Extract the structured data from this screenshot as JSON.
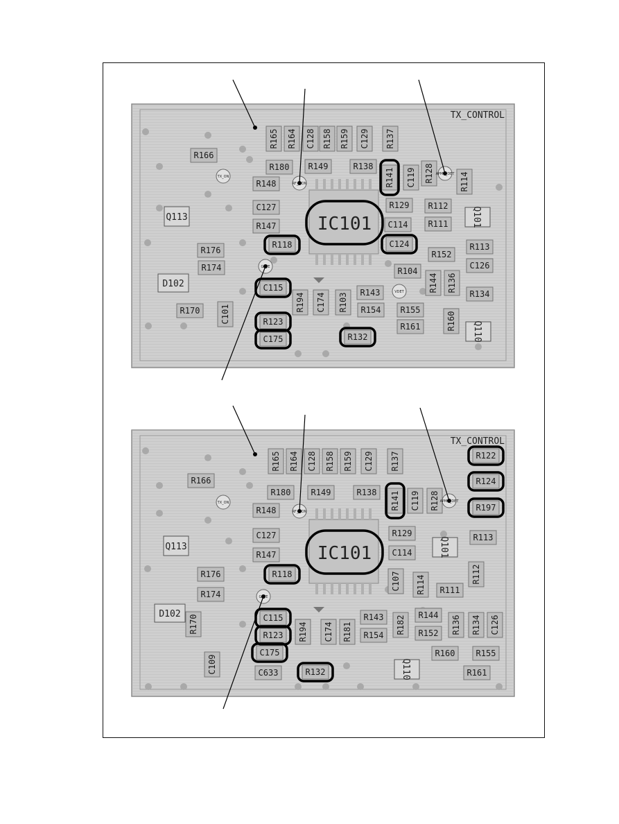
{
  "board_label": "TX_CONTROL",
  "ic_label": "IC101",
  "top_board": {
    "components": [
      {
        "ref": "R165",
        "v": true,
        "hl": false
      },
      {
        "ref": "R164",
        "v": true,
        "hl": false
      },
      {
        "ref": "C128",
        "v": true,
        "hl": false
      },
      {
        "ref": "R158",
        "v": true,
        "hl": false
      },
      {
        "ref": "R159",
        "v": true,
        "hl": false
      },
      {
        "ref": "C129",
        "v": true,
        "hl": false
      },
      {
        "ref": "R137",
        "v": true,
        "hl": false
      },
      {
        "ref": "R166",
        "v": false,
        "hl": false
      },
      {
        "ref": "R180",
        "v": false,
        "hl": false
      },
      {
        "ref": "R149",
        "v": false,
        "hl": false
      },
      {
        "ref": "R138",
        "v": false,
        "hl": false
      },
      {
        "ref": "R141",
        "v": true,
        "hl": true
      },
      {
        "ref": "C119",
        "v": true,
        "hl": false
      },
      {
        "ref": "R128",
        "v": true,
        "hl": false
      },
      {
        "ref": "R114",
        "v": true,
        "hl": false
      },
      {
        "ref": "R148",
        "v": false,
        "hl": false
      },
      {
        "ref": "C127",
        "v": false,
        "hl": false
      },
      {
        "ref": "R129",
        "v": false,
        "hl": false
      },
      {
        "ref": "R112",
        "v": false,
        "hl": false
      },
      {
        "ref": "R147",
        "v": false,
        "hl": false
      },
      {
        "ref": "C114",
        "v": false,
        "hl": false
      },
      {
        "ref": "R111",
        "v": false,
        "hl": false
      },
      {
        "ref": "R118",
        "v": false,
        "hl": true
      },
      {
        "ref": "C124",
        "v": false,
        "hl": true
      },
      {
        "ref": "R113",
        "v": false,
        "hl": false
      },
      {
        "ref": "R176",
        "v": false,
        "hl": false
      },
      {
        "ref": "R152",
        "v": false,
        "hl": false
      },
      {
        "ref": "R174",
        "v": false,
        "hl": false
      },
      {
        "ref": "C126",
        "v": false,
        "hl": false
      },
      {
        "ref": "R104",
        "v": false,
        "hl": false
      },
      {
        "ref": "C115",
        "v": false,
        "hl": true
      },
      {
        "ref": "R144",
        "v": true,
        "hl": false
      },
      {
        "ref": "R136",
        "v": true,
        "hl": false
      },
      {
        "ref": "R194",
        "v": true,
        "hl": false
      },
      {
        "ref": "C174",
        "v": true,
        "hl": false
      },
      {
        "ref": "R103",
        "v": true,
        "hl": false
      },
      {
        "ref": "R143",
        "v": false,
        "hl": false
      },
      {
        "ref": "R134",
        "v": false,
        "hl": false
      },
      {
        "ref": "R170",
        "v": false,
        "hl": false
      },
      {
        "ref": "C101",
        "v": true,
        "hl": false
      },
      {
        "ref": "R154",
        "v": false,
        "hl": false
      },
      {
        "ref": "R155",
        "v": false,
        "hl": false
      },
      {
        "ref": "R123",
        "v": false,
        "hl": true
      },
      {
        "ref": "R160",
        "v": true,
        "hl": false
      },
      {
        "ref": "R161",
        "v": false,
        "hl": false
      },
      {
        "ref": "C175",
        "v": false,
        "hl": true
      },
      {
        "ref": "R132",
        "v": false,
        "hl": true
      }
    ],
    "transistors": [
      "Q113",
      "Q101",
      "Q110"
    ],
    "diode": "D102"
  },
  "bottom_board": {
    "components": [
      {
        "ref": "R165",
        "v": true,
        "hl": false
      },
      {
        "ref": "R164",
        "v": true,
        "hl": false
      },
      {
        "ref": "C128",
        "v": true,
        "hl": false
      },
      {
        "ref": "R158",
        "v": true,
        "hl": false
      },
      {
        "ref": "R159",
        "v": true,
        "hl": false
      },
      {
        "ref": "C129",
        "v": true,
        "hl": false
      },
      {
        "ref": "R137",
        "v": true,
        "hl": false
      },
      {
        "ref": "R122",
        "v": false,
        "hl": true
      },
      {
        "ref": "R166",
        "v": false,
        "hl": false
      },
      {
        "ref": "R124",
        "v": false,
        "hl": true
      },
      {
        "ref": "R180",
        "v": false,
        "hl": false
      },
      {
        "ref": "R149",
        "v": false,
        "hl": false
      },
      {
        "ref": "R138",
        "v": false,
        "hl": false
      },
      {
        "ref": "R141",
        "v": true,
        "hl": true
      },
      {
        "ref": "C119",
        "v": true,
        "hl": false
      },
      {
        "ref": "R128",
        "v": true,
        "hl": false
      },
      {
        "ref": "R197",
        "v": false,
        "hl": true
      },
      {
        "ref": "R148",
        "v": false,
        "hl": false
      },
      {
        "ref": "R129",
        "v": false,
        "hl": false
      },
      {
        "ref": "R113",
        "v": false,
        "hl": false
      },
      {
        "ref": "C127",
        "v": false,
        "hl": false
      },
      {
        "ref": "R147",
        "v": false,
        "hl": false
      },
      {
        "ref": "C114",
        "v": false,
        "hl": false
      },
      {
        "ref": "R112",
        "v": true,
        "hl": false
      },
      {
        "ref": "C107",
        "v": true,
        "hl": false
      },
      {
        "ref": "R114",
        "v": true,
        "hl": false
      },
      {
        "ref": "R176",
        "v": false,
        "hl": false
      },
      {
        "ref": "R118",
        "v": false,
        "hl": true
      },
      {
        "ref": "R111",
        "v": false,
        "hl": false
      },
      {
        "ref": "R174",
        "v": false,
        "hl": false
      },
      {
        "ref": "C115",
        "v": false,
        "hl": true
      },
      {
        "ref": "R143",
        "v": false,
        "hl": false
      },
      {
        "ref": "R144",
        "v": false,
        "hl": false
      },
      {
        "ref": "R170",
        "v": true,
        "hl": false
      },
      {
        "ref": "R194",
        "v": true,
        "hl": false
      },
      {
        "ref": "C174",
        "v": true,
        "hl": false
      },
      {
        "ref": "R181",
        "v": true,
        "hl": false
      },
      {
        "ref": "R182",
        "v": true,
        "hl": false
      },
      {
        "ref": "R136",
        "v": true,
        "hl": false
      },
      {
        "ref": "R134",
        "v": true,
        "hl": false
      },
      {
        "ref": "C126",
        "v": true,
        "hl": false
      },
      {
        "ref": "R123",
        "v": false,
        "hl": true
      },
      {
        "ref": "R154",
        "v": false,
        "hl": false
      },
      {
        "ref": "R152",
        "v": false,
        "hl": false
      },
      {
        "ref": "C175",
        "v": false,
        "hl": true
      },
      {
        "ref": "R160",
        "v": false,
        "hl": false
      },
      {
        "ref": "R155",
        "v": false,
        "hl": false
      },
      {
        "ref": "C109",
        "v": true,
        "hl": false
      },
      {
        "ref": "C633",
        "v": false,
        "hl": false
      },
      {
        "ref": "R132",
        "v": false,
        "hl": true
      },
      {
        "ref": "R161",
        "v": false,
        "hl": false
      }
    ],
    "transistors": [
      "Q113",
      "Q101",
      "Q110"
    ],
    "diode": "D102"
  },
  "testpoint_labels": [
    "TX_ON",
    "RF_MON",
    "GATE",
    "APMR_DET",
    "VDET"
  ]
}
